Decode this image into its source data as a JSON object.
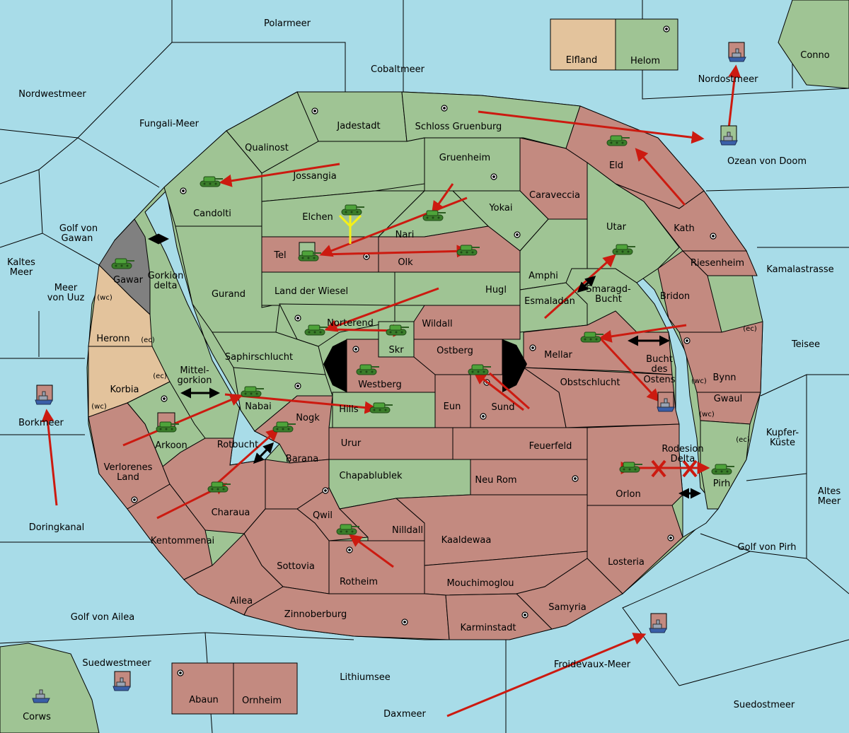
{
  "colors": {
    "sea": "#a8dce8",
    "green": "#9fc494",
    "red": "#c38a80",
    "tan": "#e3c39c",
    "gray": "#808080",
    "order_arrow": "#cc1a10",
    "support_arrow": "#f5f017",
    "convoy_arrow": "#000000"
  },
  "icons": {
    "army": "tank-icon",
    "fleet": "ship-icon",
    "supply_center": "supply-center-icon"
  },
  "seas": {
    "polarmeer": "Polarmeer",
    "cobaltmeer": "Cobaltmeer",
    "nordwestmeer": "Nordwestmeer",
    "fungali": "Fungali-Meer",
    "nordostmeer": "Nordostmeer",
    "conno": "Conno",
    "ozean_doom": "Ozean von Doom",
    "golf_gawan": "Golf von\nGawan",
    "kaltes_meer": "Kaltes\nMeer",
    "meer_uuz": "Meer\nvon Uuz",
    "kamalastrasse": "Kamalastrasse",
    "teisee": "Teisee",
    "kupferkueste": "Kupfer-\nKüste",
    "altes_meer": "Altes\nMeer",
    "borkmeer": "Borkmeer",
    "doringkanal": "Doringkanal",
    "golf_pirh": "Golf von Pirh",
    "golf_ailea": "Golf von Ailea",
    "suedwestmeer": "Suedwestmeer",
    "corws": "Corws",
    "lithiumsee": "Lithiumsee",
    "daxmeer": "Daxmeer",
    "froidevaux": "Froidevaux-Meer",
    "suedostmeer": "Suedostmeer",
    "rotbucht": "Rotbucht",
    "mittelgorkion": "Mittel-\ngorkion",
    "gorkion_delta": "Gorkion\ndelta",
    "smaragdbucht": "Smaragd-\nBucht",
    "bucht_ostens": "Bucht\ndes\nOstens",
    "rodesion_delta": "Rodesion\nDelta"
  },
  "territories": {
    "elfland": "Elfland",
    "helom": "Helom",
    "jadestadt": "Jadestadt",
    "schloss_gruenburg": "Schloss Gruenburg",
    "qualinost": "Qualinost",
    "jossangia": "Jossangia",
    "gruenheim": "Gruenheim",
    "eld": "Eld",
    "caraveccia": "Caraveccia",
    "candolti": "Candolti",
    "elchen": "Elchen",
    "yokai": "Yokai",
    "nari": "Nari",
    "utar": "Utar",
    "kath": "Kath",
    "tel": "Tel",
    "olk": "Olk",
    "amphi": "Amphi",
    "riesenheim": "Riesenheim",
    "gawar": "Gawar",
    "gurand": "Gurand",
    "land_der_wiesel": "Land der Wiesel",
    "hugl": "Hugl",
    "esmaladan": "Esmaladan",
    "bridon": "Bridon",
    "heronn": "Heronn",
    "norterend": "Norterend",
    "wildall": "Wildall",
    "saphirschlucht": "Saphirschlucht",
    "skr": "Skr",
    "ostberg": "Ostberg",
    "mellar": "Mellar",
    "bynn": "Bynn",
    "westberg": "Westberg",
    "obstschlucht": "Obstschlucht",
    "korbia": "Korbia",
    "nabai": "Nabai",
    "hills": "Hills",
    "eun": "Eun",
    "sund": "Sund",
    "gwaul": "Gwaul",
    "nogk": "Nogk",
    "arkoon": "Arkoon",
    "urur": "Urur",
    "feuerfeld": "Feuerfeld",
    "barana": "Barana",
    "verlorenes_land": "Verlorenes\nLand",
    "chapablublek": "Chapablublek",
    "neu_rom": "Neu Rom",
    "orlon": "Orlon",
    "pirh": "Pirh",
    "charaua": "Charaua",
    "qwil": "Qwil",
    "nilldall": "Nilldall",
    "kentommenai": "Kentommenai",
    "kaaldewaa": "Kaaldewaa",
    "losteria": "Losteria",
    "sottovia": "Sottovia",
    "rotheim": "Rotheim",
    "mouchimoglou": "Mouchimoglou",
    "ailea": "Ailea",
    "samyria": "Samyria",
    "zinnoberburg": "Zinnoberburg",
    "karminstadt": "Karminstadt",
    "abaun": "Abaun",
    "ornheim": "Ornheim"
  },
  "coast_tags": {
    "wc": "(wc)",
    "ec": "(ec)"
  }
}
